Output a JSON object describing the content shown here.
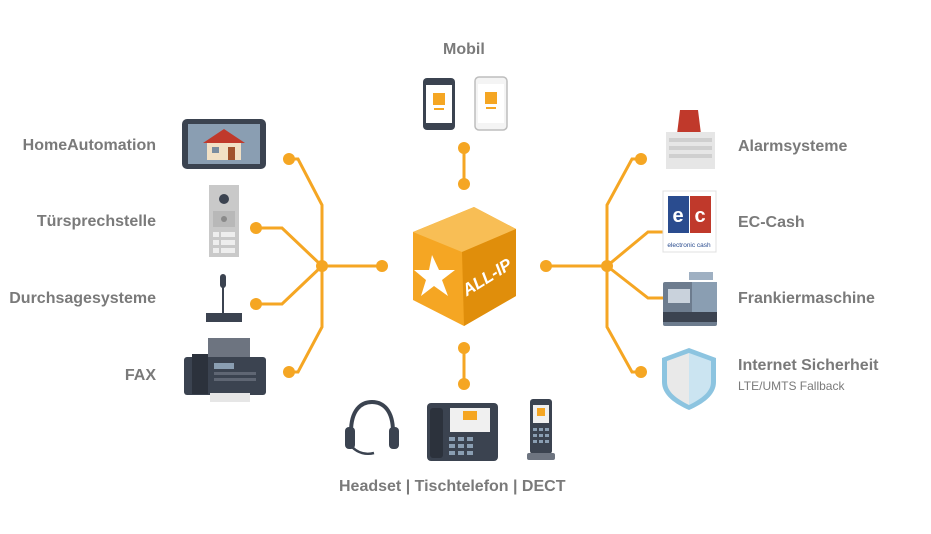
{
  "labels": {
    "mobil": "Mobil",
    "home_automation": "HomeAutomation",
    "tuersprechstelle": "Türsprechstelle",
    "durchsage": "Durchsagesysteme",
    "fax": "FAX",
    "alarm": "Alarmsysteme",
    "ec_cash": "EC-Cash",
    "frankier": "Frankiermaschine",
    "internet": "Internet Sicherheit",
    "internet_sub": "LTE/UMTS Fallback",
    "bottom": "Headset | Tischtelefon | DECT"
  },
  "center": {
    "text": "ALL-IP"
  },
  "ec_card": {
    "brand": "electronic cash"
  },
  "colors": {
    "accent": "#F5A623",
    "accent_dark": "#E08E0B",
    "label": "#7a7a7a",
    "device_dark": "#3b4350",
    "shield_blue": "#8cc4e0",
    "alarm_red": "#c0392b"
  }
}
